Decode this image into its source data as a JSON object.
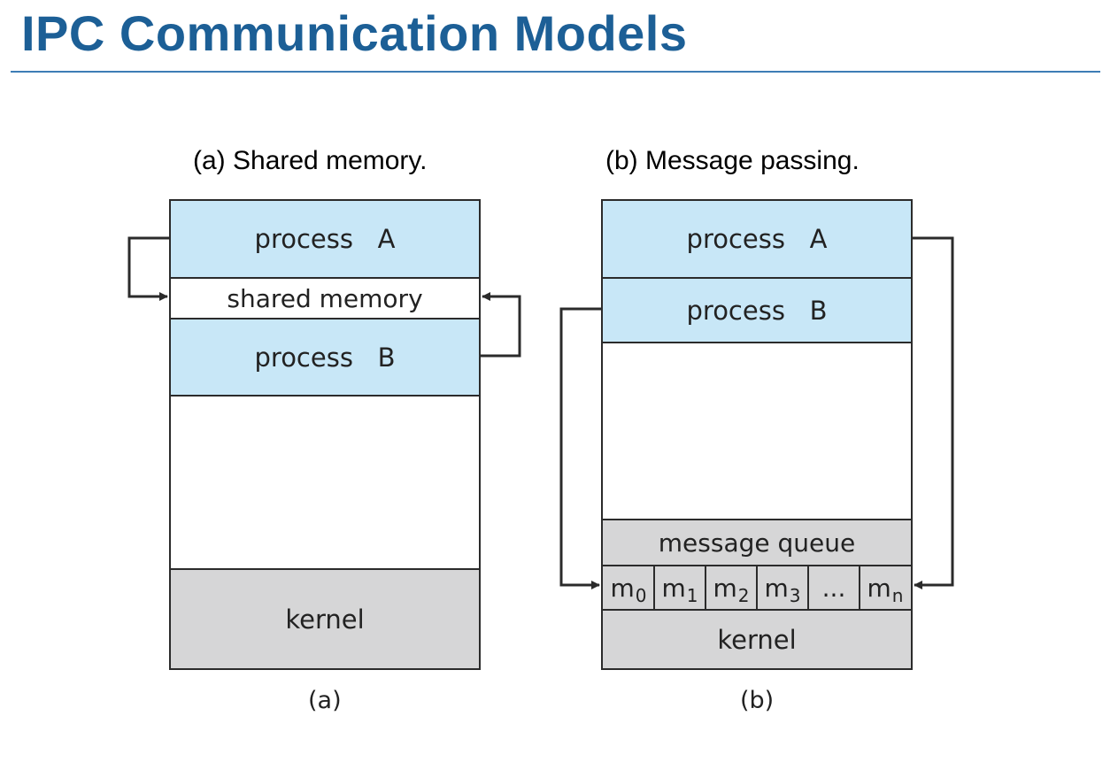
{
  "slide": {
    "title": "IPC Communication Models",
    "accent_color": "#1c5f96",
    "rule_color": "#3d7db5"
  },
  "colors": {
    "process_fill": "#c8e7f7",
    "kernel_fill": "#d6d6d7",
    "white_fill": "#ffffff",
    "line": "#2b2b2b"
  },
  "shared_memory_model": {
    "caption": "(a) Shared memory.",
    "process_a": "process   A",
    "shared_memory": "shared memory",
    "process_b": "process   B",
    "kernel": "kernel",
    "label": "(a)"
  },
  "message_passing_model": {
    "caption": "(b) Message passing.",
    "process_a": "process   A",
    "process_b": "process   B",
    "message_queue": "message queue",
    "slots": [
      {
        "base": "m",
        "sub": "0"
      },
      {
        "base": "m",
        "sub": "1"
      },
      {
        "base": "m",
        "sub": "2"
      },
      {
        "base": "m",
        "sub": "3"
      },
      {
        "base": "...",
        "sub": ""
      },
      {
        "base": "m",
        "sub": "n"
      }
    ],
    "kernel": "kernel",
    "label": "(b)"
  }
}
